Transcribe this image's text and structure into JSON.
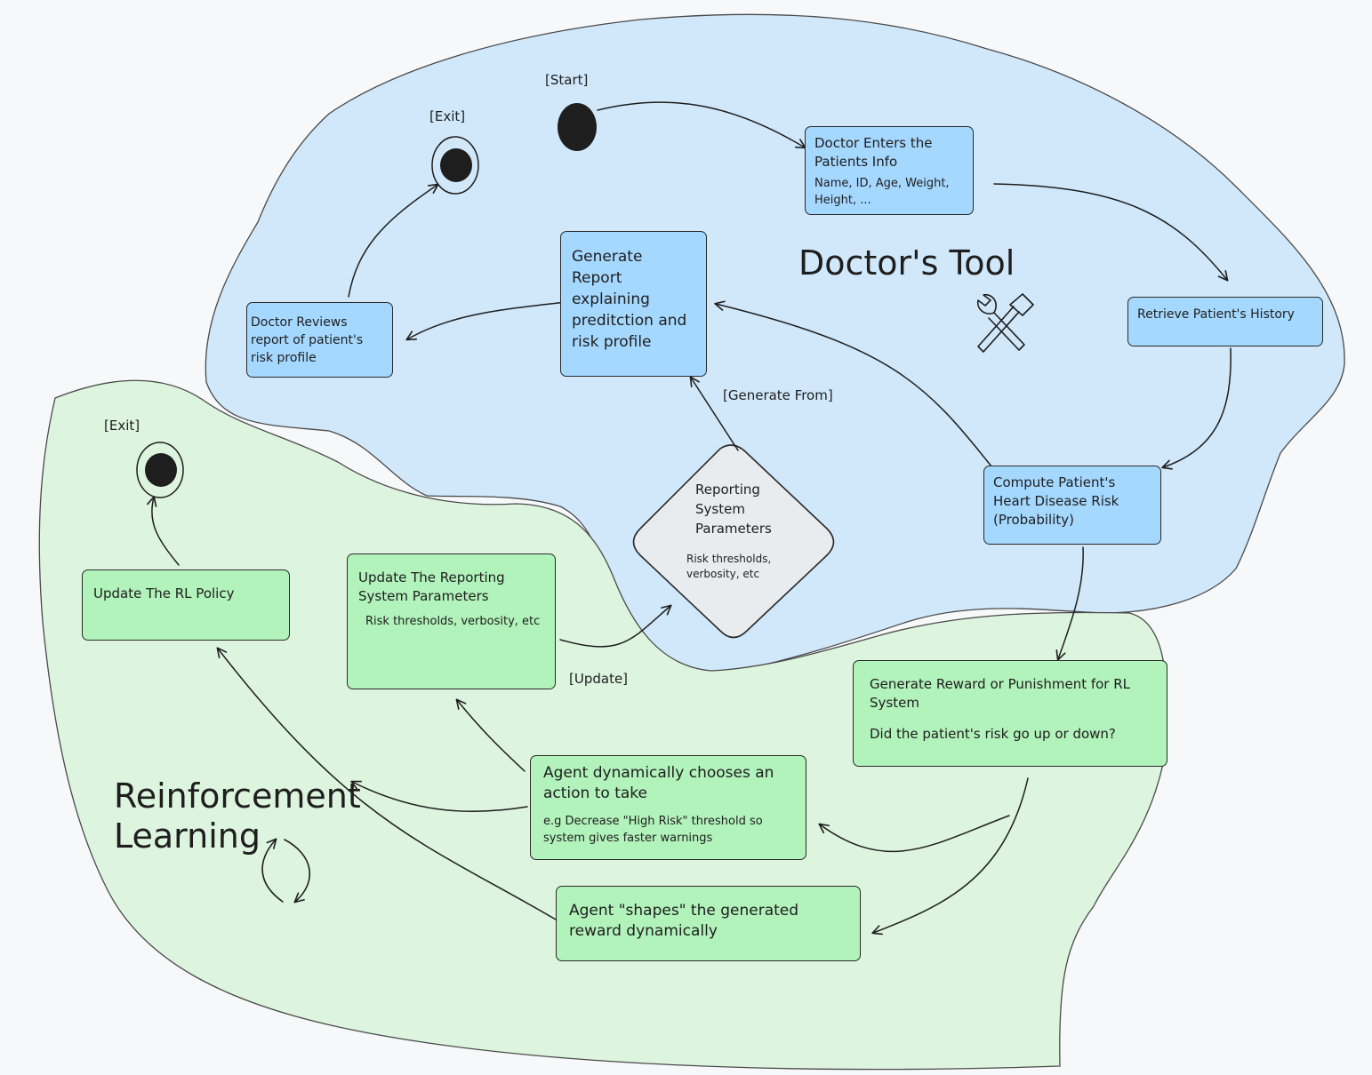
{
  "regions": {
    "doctor_tool": {
      "title": "Doctor's Tool",
      "icon": "hammer-wrench-icon",
      "color": "#d0e8fa"
    },
    "rl": {
      "title_line1": "Reinforcement",
      "title_line2": "Learning",
      "icon": "cycle-arrows-icon",
      "color": "#ddf4de"
    }
  },
  "labels": {
    "start": "[Start]",
    "exit_top": "[Exit]",
    "exit_left": "[Exit]",
    "generate_from": "[Generate From]",
    "update": "[Update]"
  },
  "nodes": {
    "enter_info": {
      "title": "Doctor Enters the Patients Info",
      "sub": "Name, ID, Age, Weight, Height, ..."
    },
    "retrieve_history": {
      "title": "Retrieve Patient's History"
    },
    "compute_risk": {
      "title": "Compute Patient's Heart Disease Risk (Probability)"
    },
    "generate_report": {
      "title": "Generate Report explaining preditction and risk profile"
    },
    "doctor_reviews": {
      "title": "Doctor Reviews report of patient's risk profile"
    },
    "reward": {
      "title": "Generate Reward or Punishment for RL System",
      "sub": "Did the patient's risk go up or down?"
    },
    "agent_action": {
      "title": "Agent dynamically chooses an action to take",
      "sub": "e.g Decrease \"High Risk\" threshold so system gives faster warnings"
    },
    "shape_reward": {
      "title": "Agent \"shapes\" the generated reward dynamically"
    },
    "update_params": {
      "title": "Update The Reporting System Parameters",
      "sub": "Risk thresholds, verbosity, etc"
    },
    "update_policy": {
      "title": "Update The RL Policy"
    },
    "params_diamond": {
      "title": "Reporting System Parameters",
      "sub": "Risk thresholds, verbosity, etc"
    }
  },
  "colors": {
    "stroke": "#1e1e1e",
    "blue_fill": "#a5d8ff",
    "green_fill": "#b2f2bb",
    "diamond_fill": "#e9ecef",
    "background": "#f7f8fa"
  }
}
